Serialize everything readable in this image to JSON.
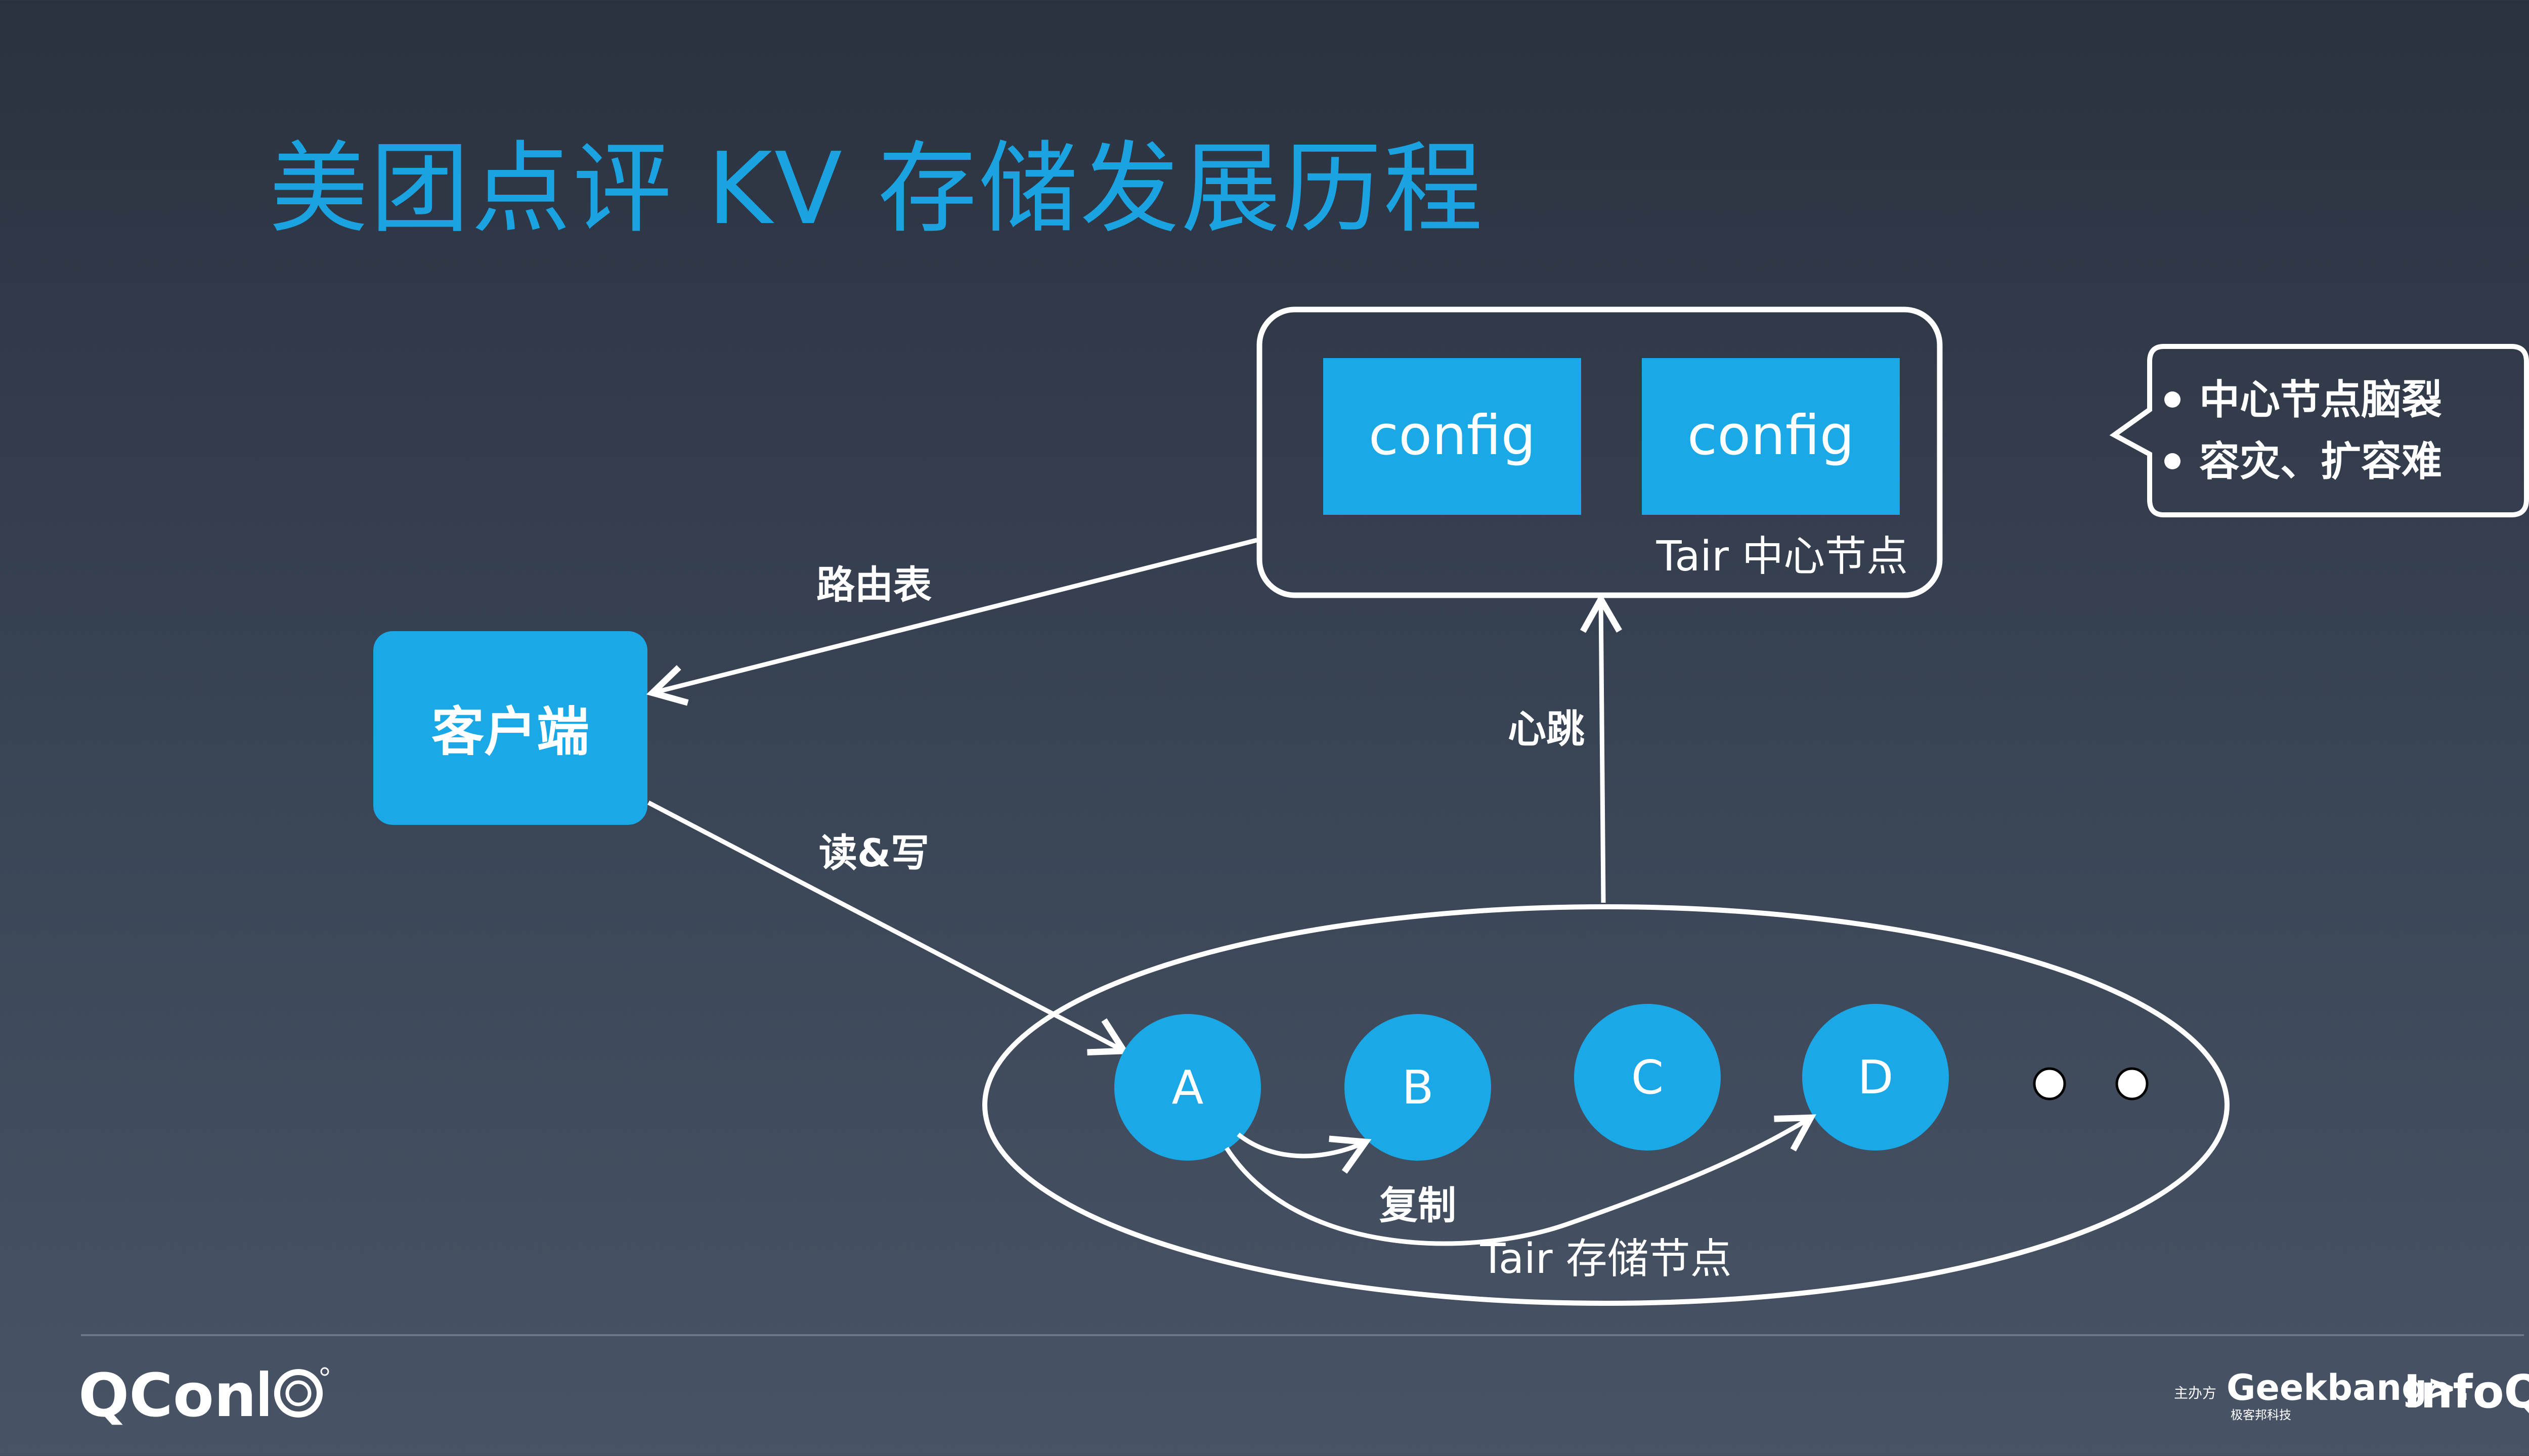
{
  "title": "美团点评 KV 存储发展历程",
  "config_nodes": [
    "config",
    "config"
  ],
  "center_label": "Tair 中心节点",
  "client_label": "客户端",
  "edge_labels": {
    "route_table": "路由表",
    "read_write": "读&写",
    "heartbeat": "心跳",
    "replicate": "复制"
  },
  "storage_nodes": [
    "A",
    "B",
    "C",
    "D"
  ],
  "storage_label": "Tair 存储节点",
  "callout_items": [
    "中心节点脑裂",
    "容灾、扩容难"
  ],
  "footer": {
    "event_logo": "QCon",
    "organizer_label": "主办方",
    "geekbang": "Geekbang>.",
    "geekbang_sub": "极客邦科技",
    "infoq": "InfoQ"
  },
  "colors": {
    "accent": "#1aa3e0",
    "node_fill": "#1aa8e6",
    "stroke": "#ffffff"
  }
}
